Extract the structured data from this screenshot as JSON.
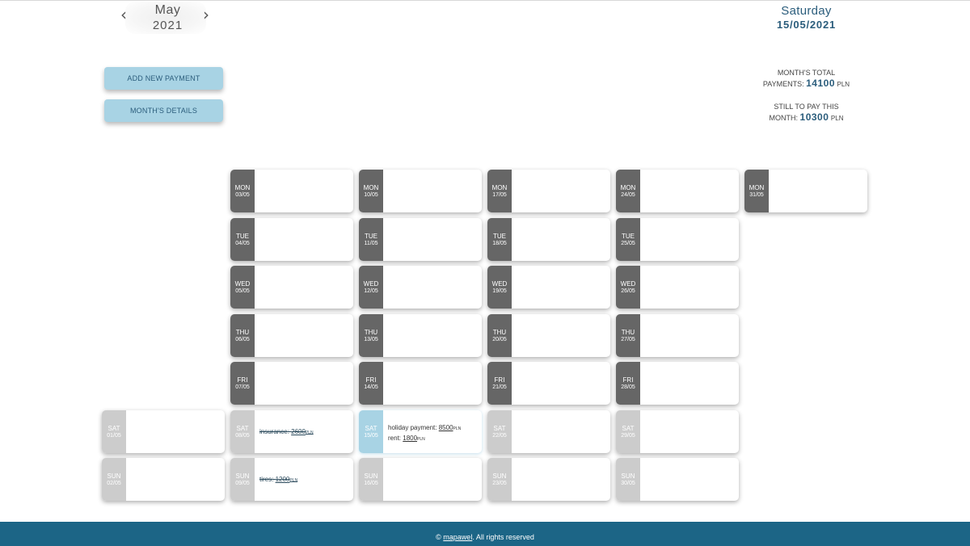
{
  "header": {
    "month": "May",
    "year": "2021",
    "prev_icon": "chevron-left-icon",
    "next_icon": "chevron-right-icon",
    "today_weekday": "Saturday",
    "today_date": "15/05/2021"
  },
  "actions": {
    "add_payment": "ADD NEW PAYMENT",
    "month_details": "MONTH'S DETAILS"
  },
  "totals": {
    "total_label_1": "MONTH'S TOTAL",
    "total_label_2": "PAYMENTS:",
    "total_amount": "14100",
    "currency": "PLN",
    "remaining_label_1": "STILL TO PAY THIS",
    "remaining_label_2": "MONTH:",
    "remaining_amount": "10300"
  },
  "colors": {
    "weekday_label": "#666666",
    "weekend_label": "#cccccc",
    "today_label": "#a8d3e4",
    "accent_text": "#2b5d7c",
    "footer": "#1c6586"
  },
  "calendar": {
    "today": "15/05",
    "days": [
      {
        "day": "SAT",
        "date": "01/05",
        "week": 0,
        "weekend": true,
        "payments": []
      },
      {
        "day": "SUN",
        "date": "02/05",
        "week": 0,
        "weekend": true,
        "payments": []
      },
      {
        "day": "MON",
        "date": "03/05",
        "week": 1,
        "weekend": false,
        "payments": []
      },
      {
        "day": "TUE",
        "date": "04/05",
        "week": 1,
        "weekend": false,
        "payments": []
      },
      {
        "day": "WED",
        "date": "05/05",
        "week": 1,
        "weekend": false,
        "payments": []
      },
      {
        "day": "THU",
        "date": "06/05",
        "week": 1,
        "weekend": false,
        "payments": []
      },
      {
        "day": "FRI",
        "date": "07/05",
        "week": 1,
        "weekend": false,
        "payments": []
      },
      {
        "day": "SAT",
        "date": "08/05",
        "week": 1,
        "weekend": true,
        "payments": [
          {
            "name": "insurance",
            "amount": "2600",
            "currency": "PLN",
            "paid": true
          }
        ]
      },
      {
        "day": "SUN",
        "date": "09/05",
        "week": 1,
        "weekend": true,
        "payments": [
          {
            "name": "tires",
            "amount": "1200",
            "currency": "PLN",
            "paid": true
          }
        ]
      },
      {
        "day": "MON",
        "date": "10/05",
        "week": 2,
        "weekend": false,
        "payments": []
      },
      {
        "day": "TUE",
        "date": "11/05",
        "week": 2,
        "weekend": false,
        "payments": []
      },
      {
        "day": "WED",
        "date": "12/05",
        "week": 2,
        "weekend": false,
        "payments": []
      },
      {
        "day": "THU",
        "date": "13/05",
        "week": 2,
        "weekend": false,
        "payments": []
      },
      {
        "day": "FRI",
        "date": "14/05",
        "week": 2,
        "weekend": false,
        "payments": []
      },
      {
        "day": "SAT",
        "date": "15/05",
        "week": 2,
        "weekend": true,
        "payments": [
          {
            "name": "holiday payment",
            "amount": "8500",
            "currency": "PLN",
            "paid": false
          },
          {
            "name": "rent",
            "amount": "1800",
            "currency": "PLN",
            "paid": false
          }
        ]
      },
      {
        "day": "SUN",
        "date": "16/05",
        "week": 2,
        "weekend": true,
        "payments": []
      },
      {
        "day": "MON",
        "date": "17/05",
        "week": 3,
        "weekend": false,
        "payments": []
      },
      {
        "day": "TUE",
        "date": "18/05",
        "week": 3,
        "weekend": false,
        "payments": []
      },
      {
        "day": "WED",
        "date": "19/05",
        "week": 3,
        "weekend": false,
        "payments": []
      },
      {
        "day": "THU",
        "date": "20/05",
        "week": 3,
        "weekend": false,
        "payments": []
      },
      {
        "day": "FRI",
        "date": "21/05",
        "week": 3,
        "weekend": false,
        "payments": []
      },
      {
        "day": "SAT",
        "date": "22/05",
        "week": 3,
        "weekend": true,
        "payments": []
      },
      {
        "day": "SUN",
        "date": "23/05",
        "week": 3,
        "weekend": true,
        "payments": []
      },
      {
        "day": "MON",
        "date": "24/05",
        "week": 4,
        "weekend": false,
        "payments": []
      },
      {
        "day": "TUE",
        "date": "25/05",
        "week": 4,
        "weekend": false,
        "payments": []
      },
      {
        "day": "WED",
        "date": "26/05",
        "week": 4,
        "weekend": false,
        "payments": []
      },
      {
        "day": "THU",
        "date": "27/05",
        "week": 4,
        "weekend": false,
        "payments": []
      },
      {
        "day": "FRI",
        "date": "28/05",
        "week": 4,
        "weekend": false,
        "payments": []
      },
      {
        "day": "SAT",
        "date": "29/05",
        "week": 4,
        "weekend": true,
        "payments": []
      },
      {
        "day": "SUN",
        "date": "30/05",
        "week": 4,
        "weekend": true,
        "payments": []
      },
      {
        "day": "MON",
        "date": "31/05",
        "week": 5,
        "weekend": false,
        "payments": []
      }
    ]
  },
  "footer": {
    "copyright_symbol": "©",
    "author": "mapawel",
    "rights": ". All rights reserved"
  }
}
